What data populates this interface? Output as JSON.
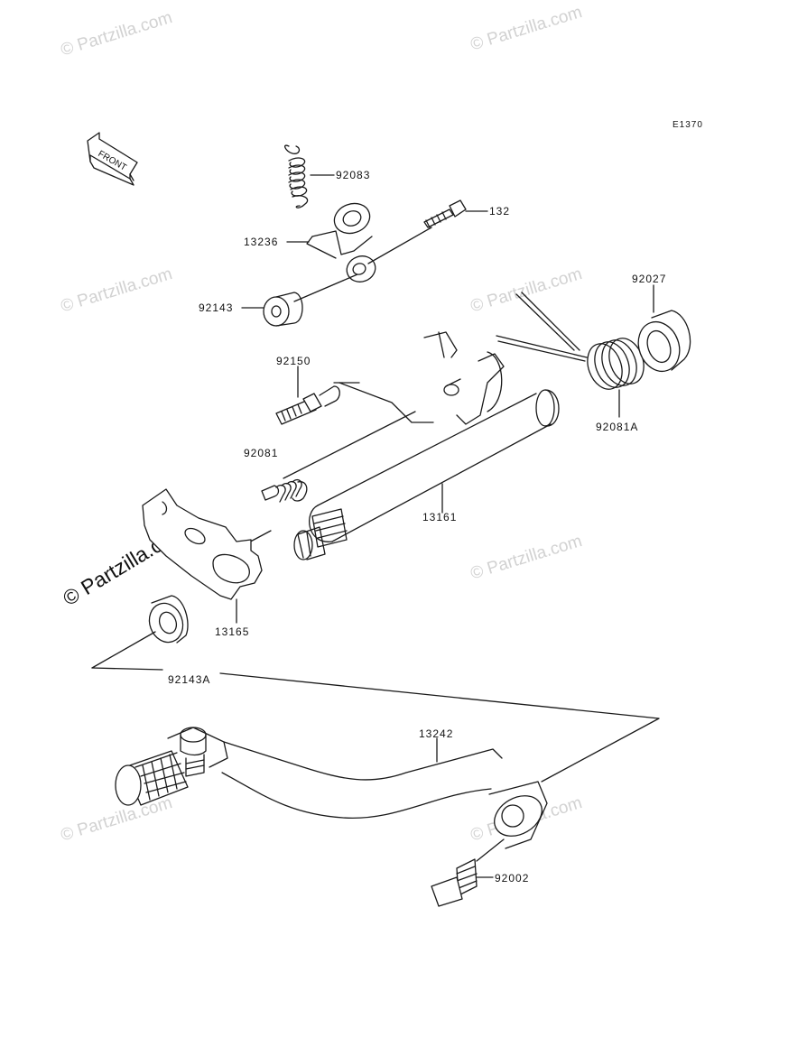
{
  "diagram_code": "E1370",
  "front_arrow_label": "FRONT",
  "watermark_text": "© Partzilla.com",
  "watermark_main": "© Partzilla.com",
  "parts": {
    "p92083": "92083",
    "p132": "132",
    "p13236": "13236",
    "p92143": "92143",
    "p92027": "92027",
    "p92150": "92150",
    "p92081A": "92081A",
    "p92081": "92081",
    "p13161": "13161",
    "p13165": "13165",
    "p92143A": "92143A",
    "p13242": "13242",
    "p92002": "92002"
  },
  "colors": {
    "line": "#1a1a1a",
    "shade": "#cfcfcf",
    "watermark": "#d2d2d2"
  }
}
